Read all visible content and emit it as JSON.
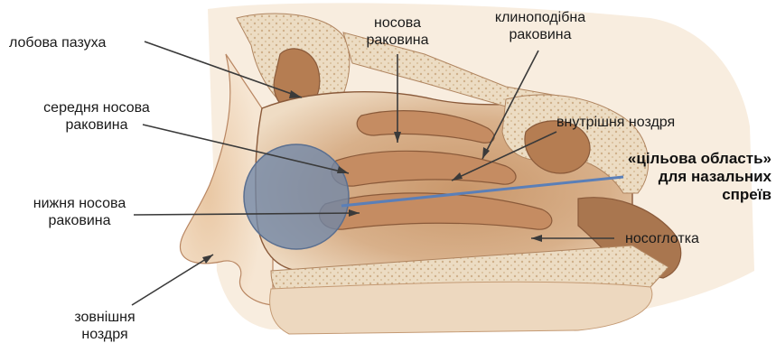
{
  "labels": {
    "frontal_sinus": "лобова пазуха",
    "nasal_concha": [
      "носова",
      "раковина"
    ],
    "sphenoid_concha": [
      "клиноподібна",
      "раковина"
    ],
    "middle_concha": [
      "середня носова",
      "раковина"
    ],
    "internal_nostril": "внутрішня ноздря",
    "inferior_concha": [
      "нижня носова",
      "раковина"
    ],
    "nasopharynx": "носоглотка",
    "external_nostril": [
      "зовнішня",
      "ноздря"
    ]
  },
  "target_area": [
    "«цільова область»",
    "для назальних",
    "спреїв"
  ],
  "colors": {
    "tissue": "#d9b48f",
    "tissue_dark": "#a9764f",
    "bone": "#ead9bf",
    "outline": "#8a5a3a",
    "target_fill": "#6f86a8",
    "target_line": "#5a7fb8",
    "pointer": "#3a3a3a"
  }
}
